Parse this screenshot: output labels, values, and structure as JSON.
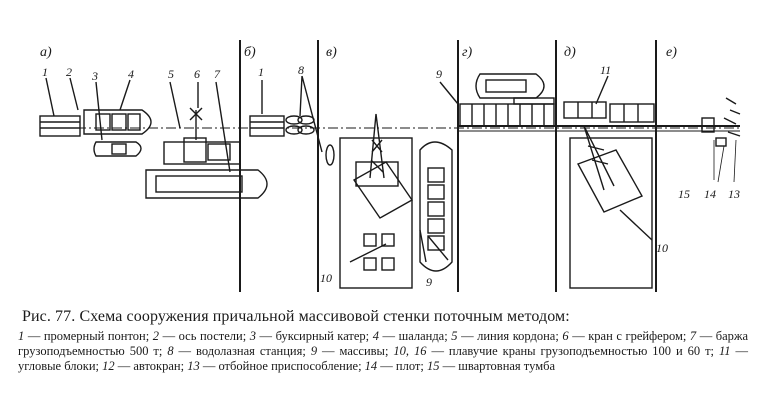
{
  "panels": {
    "a": "а)",
    "b": "б)",
    "v": "в)",
    "g": "г)",
    "d": "д)",
    "e": "е)"
  },
  "numbers": {
    "n1a": "1",
    "n2": "2",
    "n3": "3",
    "n4": "4",
    "n5": "5",
    "n6": "6",
    "n7": "7",
    "n1b": "1",
    "n8": "8",
    "n9a": "9",
    "n11": "11",
    "n10a": "10",
    "n9b": "9",
    "n10b": "10",
    "n15": "15",
    "n14": "14",
    "n13": "13"
  },
  "caption": {
    "title": "Рис. 77. Схема сооружения причальной массивовой стенки поточным методом:",
    "items": [
      {
        "num": "1",
        "text": "— промерный понтон; "
      },
      {
        "num": "2",
        "text": "— ось постели; "
      },
      {
        "num": "3",
        "text": "— буксирный катер; "
      },
      {
        "num": "4",
        "text": "— шаланда; "
      },
      {
        "num": "5",
        "text": "— линия кордона; "
      },
      {
        "num": "6",
        "text": "— кран с грейфером; "
      },
      {
        "num": "7",
        "text": "— баржа грузоподъемностью 500 т; "
      },
      {
        "num": "8",
        "text": "— водолазная станция; "
      },
      {
        "num": "9",
        "text": "— массивы; "
      },
      {
        "num": "10, 16",
        "text": "— плавучие краны грузоподъемностью 100 и 60 т; "
      },
      {
        "num": "11",
        "text": "— угловые блоки; "
      },
      {
        "num": "12",
        "text": "— автокран; "
      },
      {
        "num": "13",
        "text": "— отбойное приспособление; "
      },
      {
        "num": "14",
        "text": "— плот; "
      },
      {
        "num": "15",
        "text": "— швартовная тумба"
      }
    ]
  }
}
